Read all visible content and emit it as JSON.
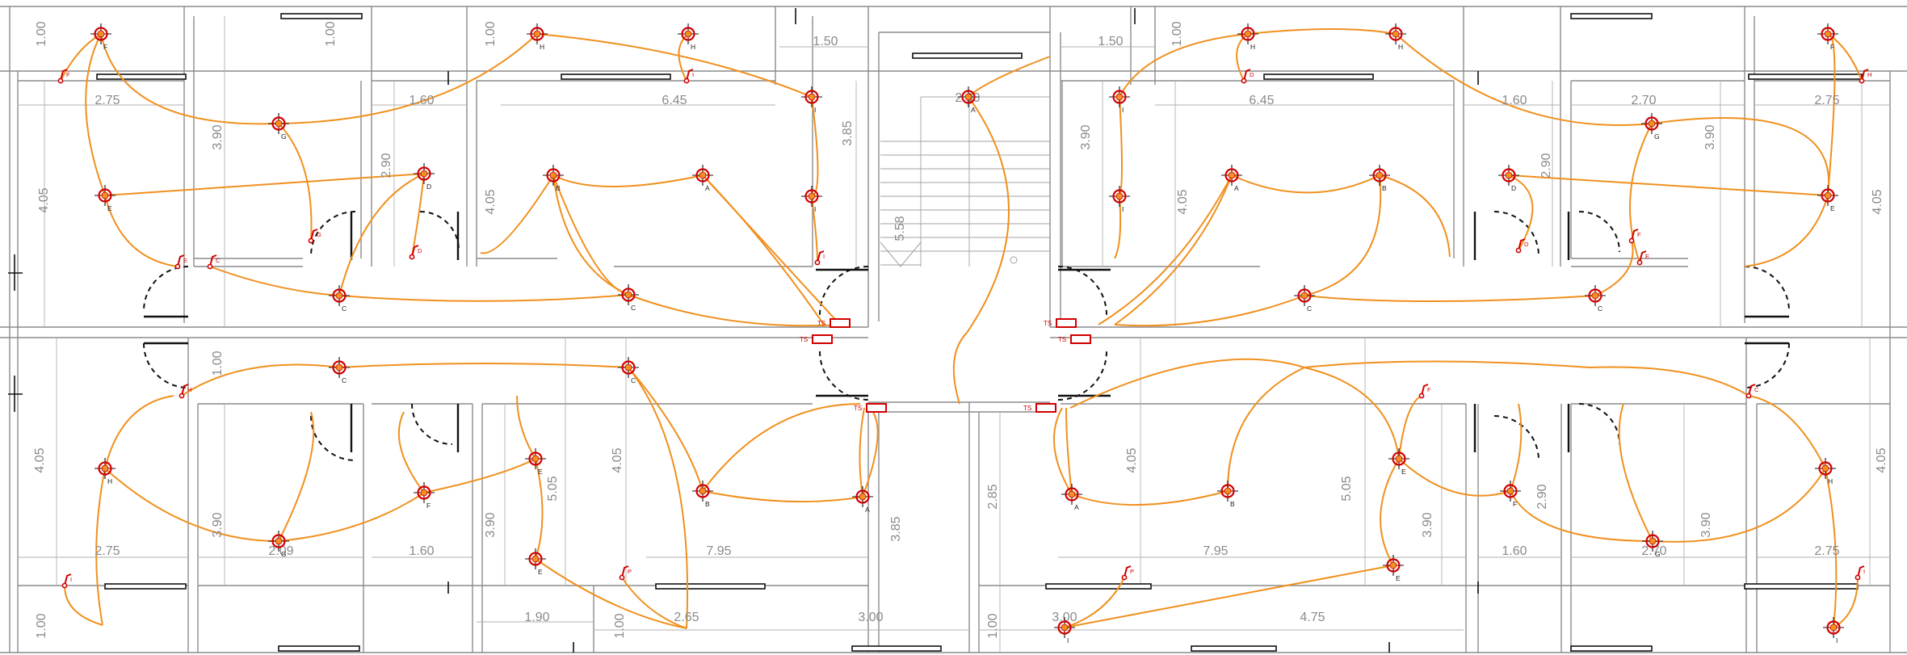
{
  "dimensions": [
    {
      "text": "1.00",
      "rot": true
    },
    {
      "text": "2.75",
      "rot": false
    },
    {
      "text": "4.05",
      "rot": true
    },
    {
      "text": "3.90",
      "rot": true
    },
    {
      "text": "1.00",
      "rot": true
    },
    {
      "text": "1.60",
      "rot": false
    },
    {
      "text": "2.90",
      "rot": true
    },
    {
      "text": "1.00",
      "rot": true
    },
    {
      "text": "6.45",
      "rot": false
    },
    {
      "text": "4.05",
      "rot": true
    },
    {
      "text": "1.50",
      "rot": false
    },
    {
      "text": "3.85",
      "rot": true
    },
    {
      "text": "5.58",
      "rot": true
    },
    {
      "text": "2.00",
      "rot": false
    },
    {
      "text": "1.50",
      "rot": false
    },
    {
      "text": "3.90",
      "rot": true
    },
    {
      "text": "1.00",
      "rot": true
    },
    {
      "text": "6.45",
      "rot": false
    },
    {
      "text": "4.05",
      "rot": true
    },
    {
      "text": "1.60",
      "rot": false
    },
    {
      "text": "2.90",
      "rot": true
    },
    {
      "text": "2.70",
      "rot": false
    },
    {
      "text": "3.90",
      "rot": true
    },
    {
      "text": "2.75",
      "rot": false
    },
    {
      "text": "4.05",
      "rot": true
    },
    {
      "text": "1.00",
      "rot": true
    },
    {
      "text": "4.05",
      "rot": true
    },
    {
      "text": "3.90",
      "rot": true
    },
    {
      "text": "2.75",
      "rot": false
    },
    {
      "text": "2.09",
      "rot": false
    },
    {
      "text": "1.60",
      "rot": false
    },
    {
      "text": "3.90",
      "rot": true
    },
    {
      "text": "5.05",
      "rot": true
    },
    {
      "text": "4.05",
      "rot": true
    },
    {
      "text": "7.95",
      "rot": false
    },
    {
      "text": "3.85",
      "rot": true
    },
    {
      "text": "1.00",
      "rot": true
    },
    {
      "text": "1.90",
      "rot": false
    },
    {
      "text": "1.00",
      "rot": true
    },
    {
      "text": "2.65",
      "rot": false
    },
    {
      "text": "3.00",
      "rot": false
    },
    {
      "text": "2.85",
      "rot": true
    },
    {
      "text": "4.05",
      "rot": true
    },
    {
      "text": "7.95",
      "rot": false
    },
    {
      "text": "5.05",
      "rot": true
    },
    {
      "text": "3.90",
      "rot": true
    },
    {
      "text": "1.60",
      "rot": false
    },
    {
      "text": "2.90",
      "rot": true
    },
    {
      "text": "3.90",
      "rot": true
    },
    {
      "text": "2.70",
      "rot": false
    },
    {
      "text": "2.75",
      "rot": false
    },
    {
      "text": "4.05",
      "rot": true
    },
    {
      "text": "1.00",
      "rot": true
    },
    {
      "text": "3.00",
      "rot": false
    },
    {
      "text": "4.75",
      "rot": false
    }
  ],
  "lamps": [
    "F",
    "G",
    "E",
    "D",
    "H",
    "H",
    "I",
    "I",
    "B",
    "A",
    "C",
    "C",
    "A",
    "I",
    "I",
    "H",
    "H",
    "A",
    "B",
    "D",
    "G",
    "E",
    "F",
    "C",
    "C",
    "C",
    "C",
    "H",
    "G",
    "F",
    "E",
    "E",
    "B",
    "A",
    "A",
    "B",
    "I",
    "E",
    "E",
    "F",
    "G",
    "H",
    "I"
  ],
  "switches": [
    "F",
    "E",
    "G",
    "I",
    "D",
    "C",
    "H",
    "I",
    "P",
    "I",
    "D",
    "E",
    "F",
    "D",
    "P",
    "C",
    "H",
    "I",
    "F"
  ],
  "panels": [
    "TS",
    "TS",
    "TS",
    "TS",
    "TS",
    "TS"
  ]
}
